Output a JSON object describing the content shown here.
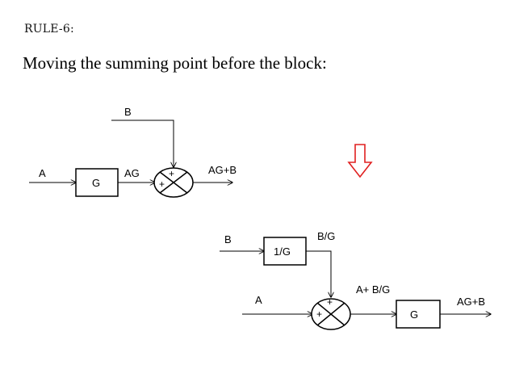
{
  "rule_label": "RULE-6:",
  "title": "Moving the summing point before the block:",
  "top": {
    "input_a": "A",
    "input_b": "B",
    "block": "G",
    "block_output": "AG",
    "plus_top": "+",
    "plus_left": "+",
    "output": "AG+B"
  },
  "bottom": {
    "input_b": "B",
    "block_inv": "1/G",
    "block_inv_output": "B/G",
    "input_a": "A",
    "plus_top": "+",
    "plus_left": "+",
    "sum_output": "A+ B/G",
    "block": "G",
    "output": "AG+B"
  },
  "colors": {
    "arrow_down": "#e02020",
    "stroke": "#000000"
  },
  "icons": {
    "transform_arrow": "down-arrow-icon"
  }
}
